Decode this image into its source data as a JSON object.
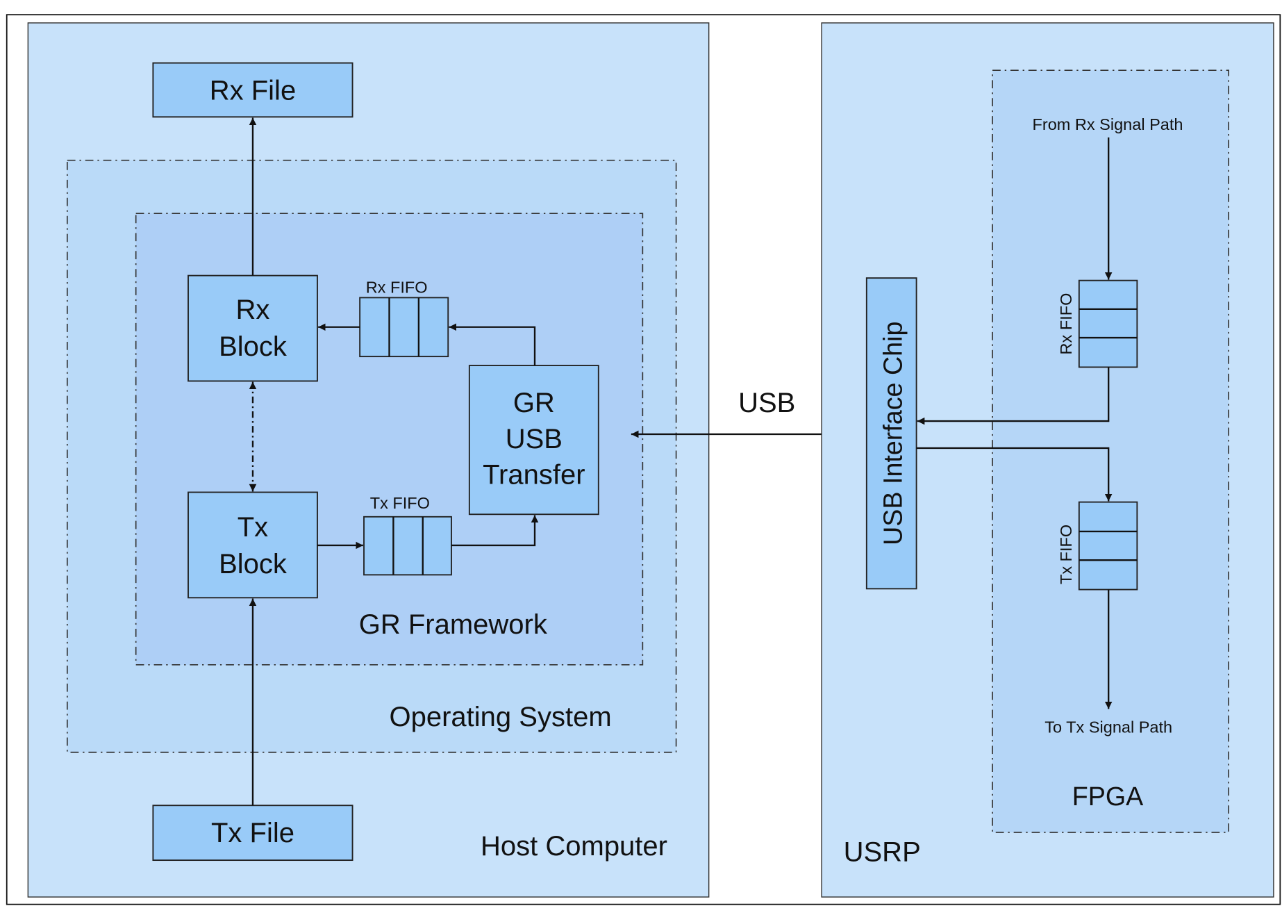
{
  "host": {
    "title": "Host Computer",
    "rx_file": "Rx File",
    "tx_file": "Tx File",
    "os_label": "Operating System",
    "framework_label": "GR Framework",
    "rx_block": [
      "Rx",
      "Block"
    ],
    "tx_block": [
      "Tx",
      "Block"
    ],
    "rx_fifo": "Rx FIFO",
    "tx_fifo": "Tx FIFO",
    "usb_transfer": [
      "GR",
      "USB",
      "Transfer"
    ]
  },
  "link": {
    "label": "USB"
  },
  "usrp": {
    "title": "USRP",
    "chip": "USB Interface Chip",
    "fpga_label": "FPGA",
    "from_rx": "From Rx Signal Path",
    "to_tx": "To Tx Signal Path",
    "rx_fifo": "Rx FIFO",
    "tx_fifo": "Tx FIFO"
  },
  "colors": {
    "panel": "#c8e2fa",
    "os": "#badaf8",
    "framework": "#aecff6",
    "block": "#99cbf8"
  }
}
